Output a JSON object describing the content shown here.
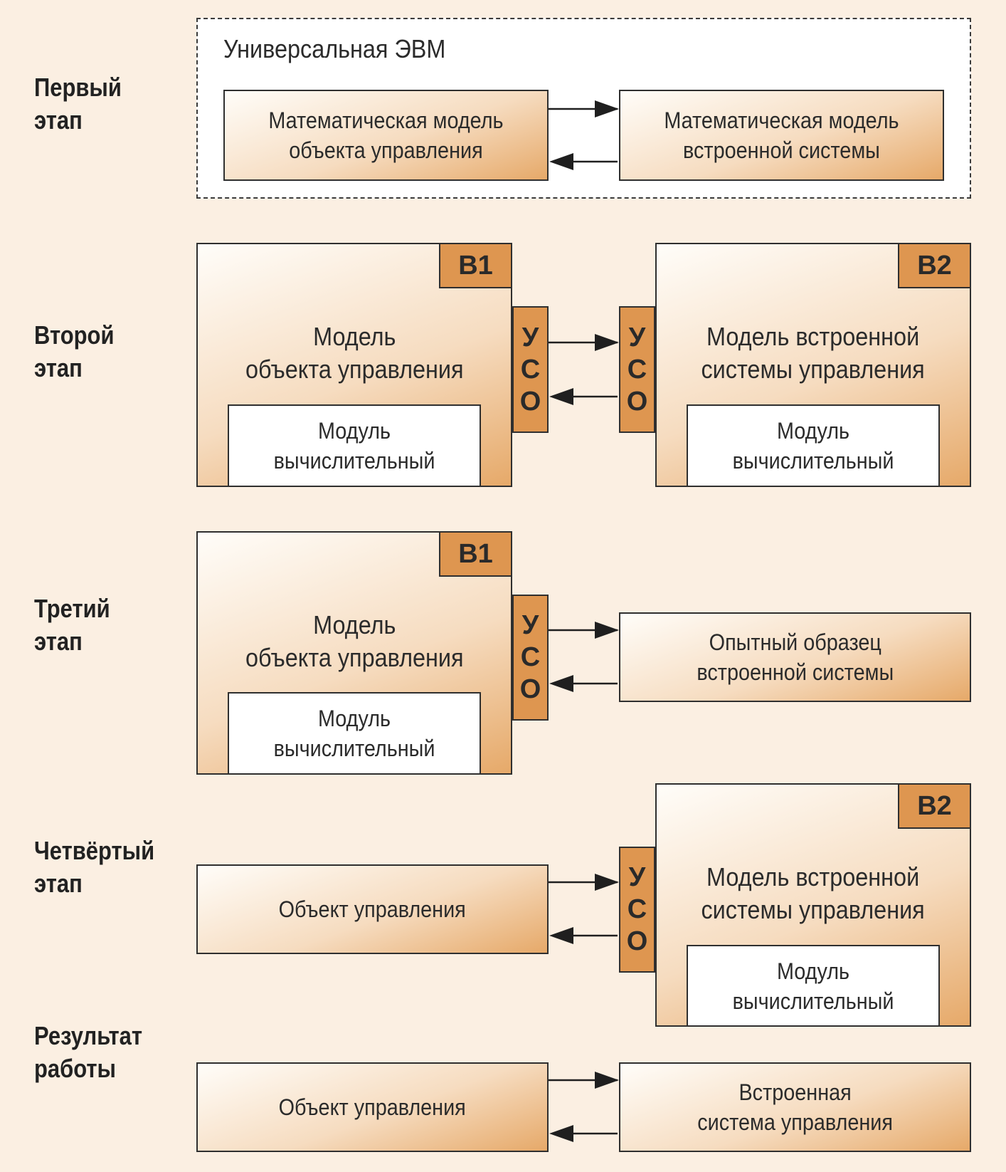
{
  "stages": {
    "s1": "Первый\nэтап",
    "s2": "Второй\nэтап",
    "s3": "Третий\nэтап",
    "s4": "Четвёртый\nэтап",
    "s5": "Результат\nработы"
  },
  "stage1": {
    "container_title": "Универсальная ЭВМ",
    "left_box": "Математическая модель\nобъекта управления",
    "right_box": "Математическая модель\nвстроенной системы"
  },
  "stage2": {
    "left_tag": "В1",
    "right_tag": "В2",
    "left_title": "Модель\nобъекта управления",
    "right_title": "Модель встроенной\nсистемы управления",
    "left_module": "Модуль\nвычислительный",
    "right_module": "Модуль\nвычислительный",
    "uso_left": [
      "У",
      "С",
      "О"
    ],
    "uso_right": [
      "У",
      "С",
      "О"
    ]
  },
  "stage3": {
    "tag": "В1",
    "title": "Модель\nобъекта управления",
    "module": "Модуль\nвычислительный",
    "uso": [
      "У",
      "С",
      "О"
    ],
    "right_box": "Опытный образец\nвстроенной системы"
  },
  "stage4": {
    "left_box": "Объект управления",
    "tag": "В2",
    "title": "Модель встроенной\nсистемы управления",
    "module": "Модуль\nвычислительный",
    "uso": [
      "У",
      "С",
      "О"
    ]
  },
  "result": {
    "left_box": "Объект управления",
    "right_box": "Встроенная\nсистема управления"
  }
}
